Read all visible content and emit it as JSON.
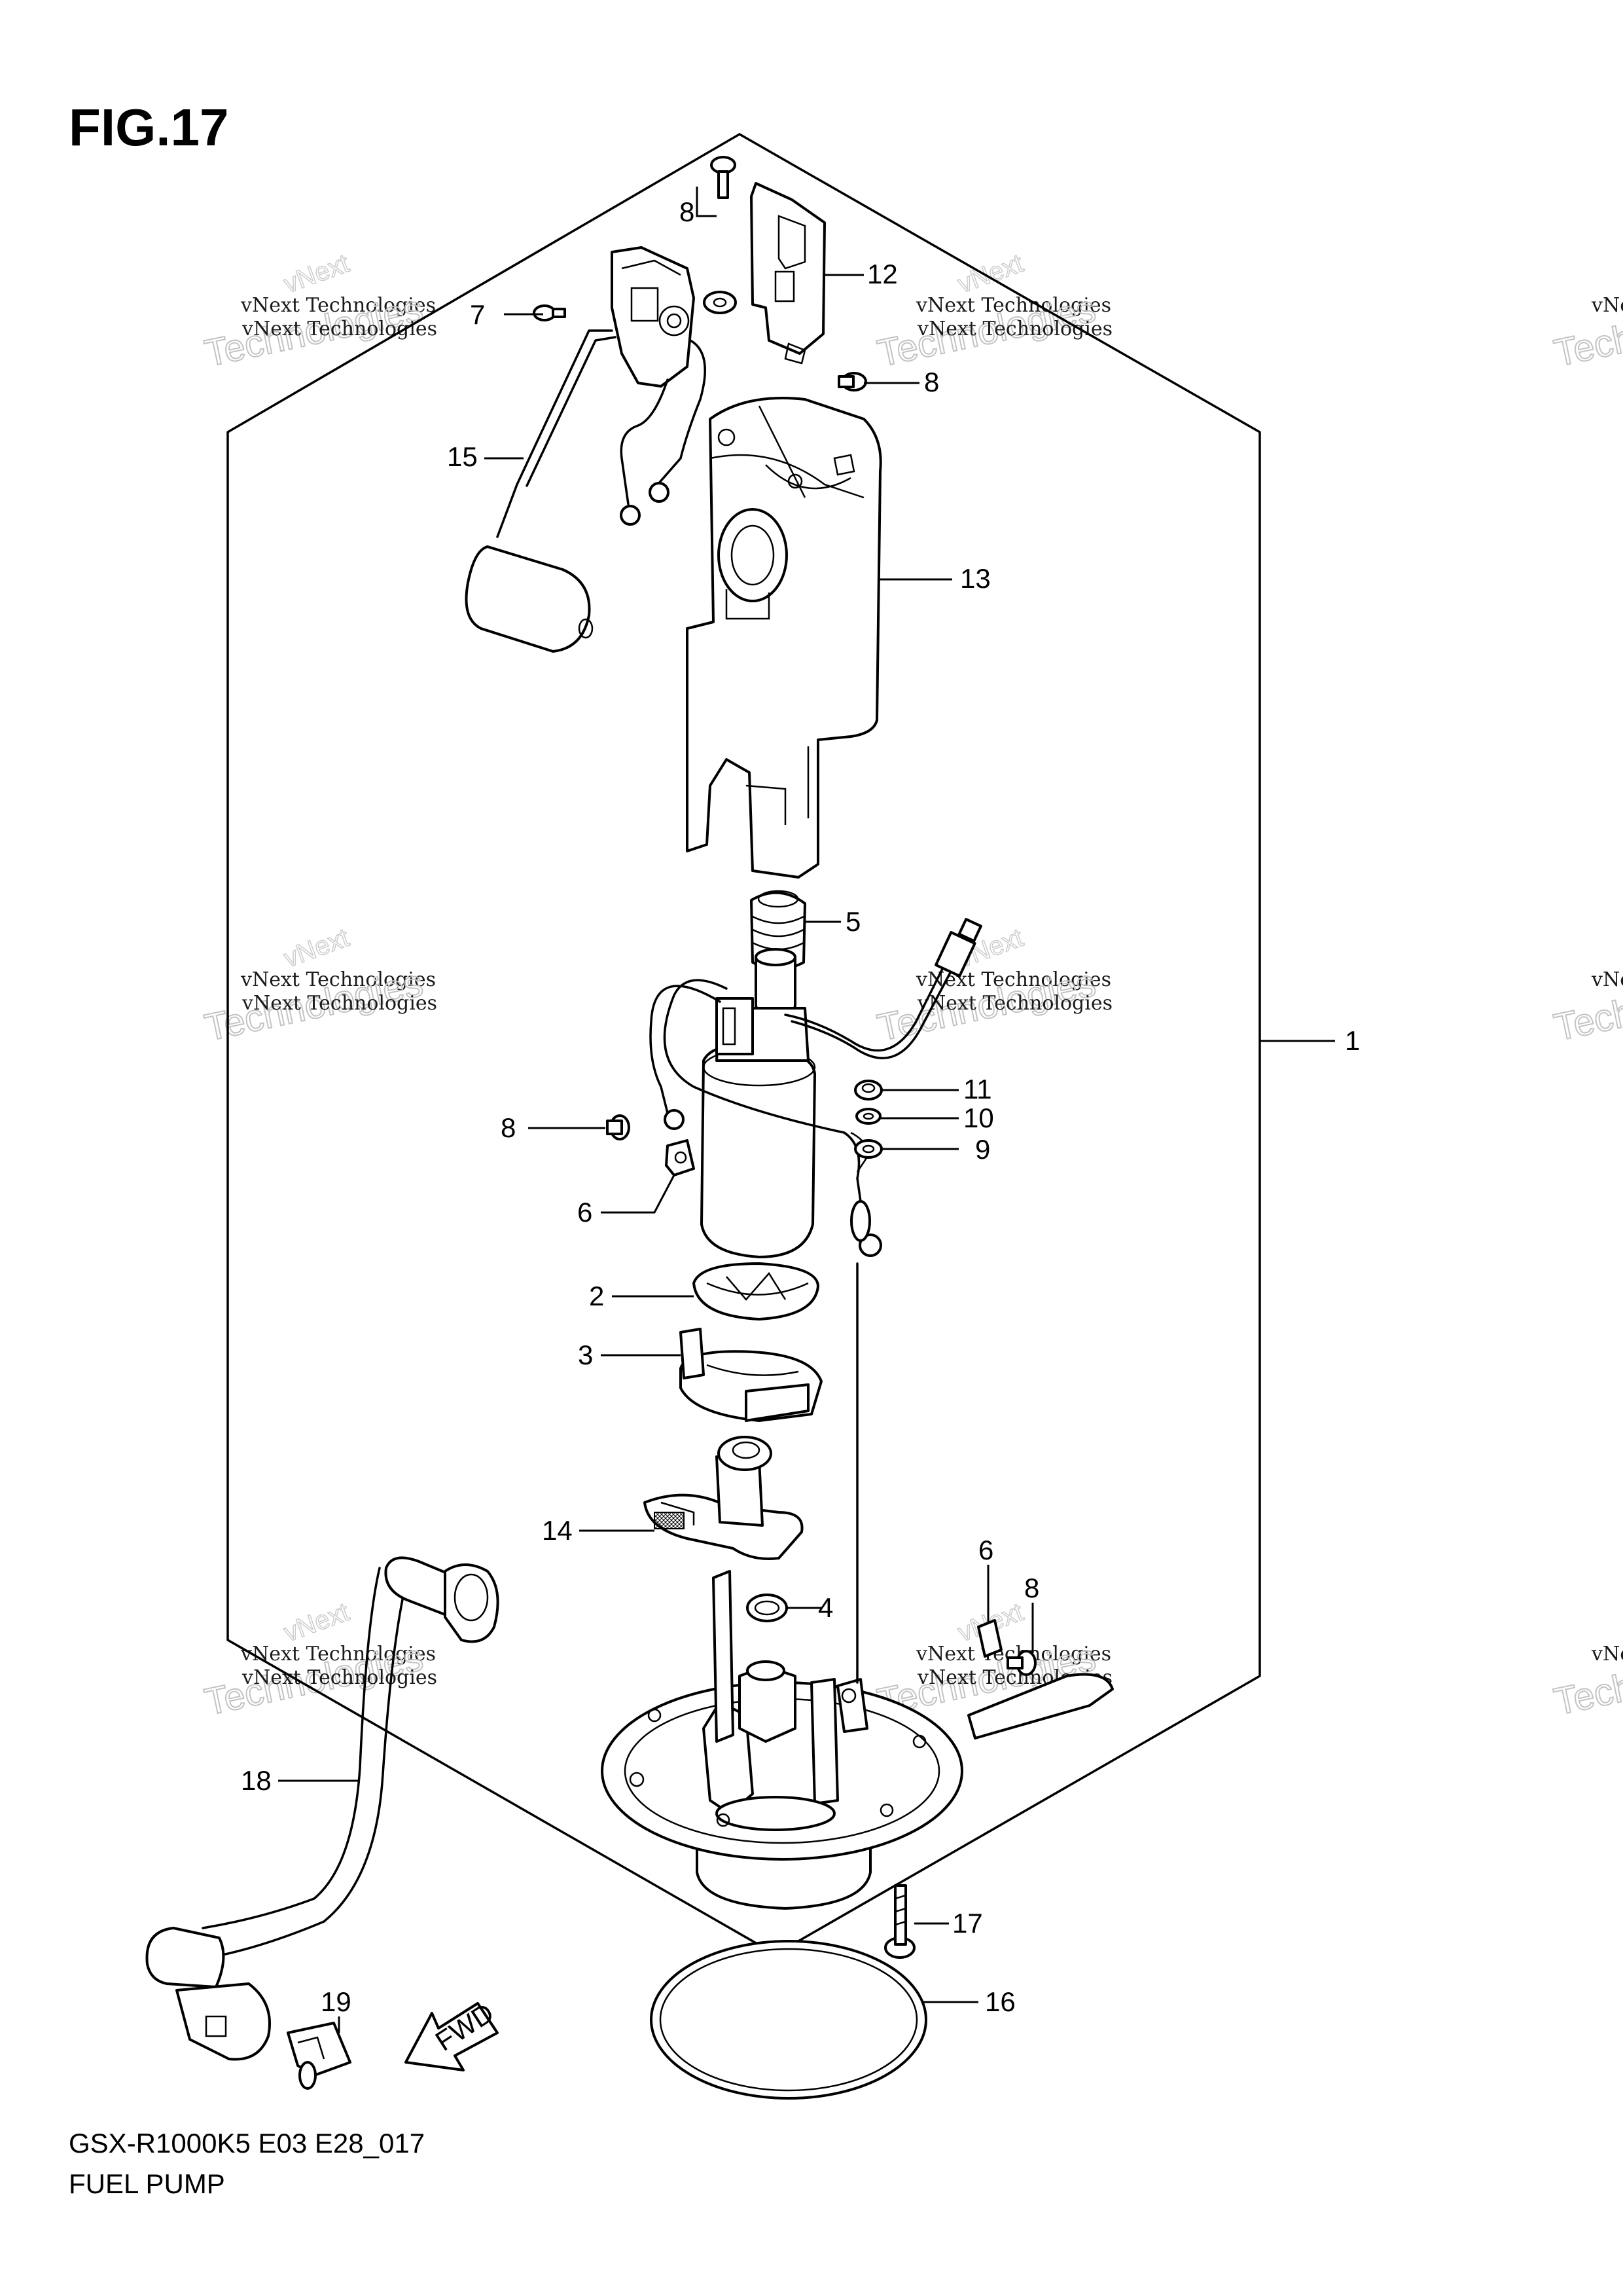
{
  "figure_title": "FIG.17",
  "footer": {
    "model_code": "GSX-R1000K5 E03 E28_017",
    "assembly_name": "FUEL PUMP"
  },
  "watermark": {
    "brand": "vNext",
    "company": "vNext Technologies",
    "word": "Technologies"
  },
  "fwd_label": "FWD",
  "callouts": [
    "8",
    "12",
    "7",
    "8",
    "15",
    "13",
    "5",
    "1",
    "11",
    "10",
    "8",
    "9",
    "6",
    "2",
    "3",
    "14",
    "6",
    "8",
    "4",
    "18",
    "17",
    "16",
    "19"
  ]
}
